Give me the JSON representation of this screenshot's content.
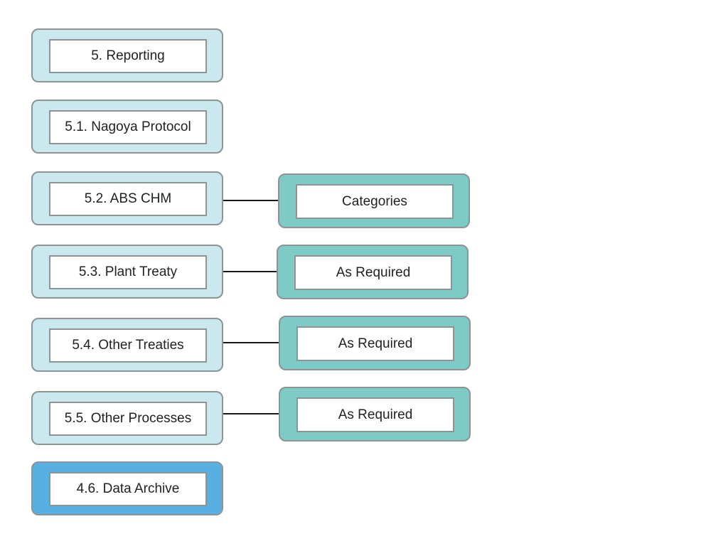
{
  "diagram": {
    "left_nodes": [
      {
        "label": "5. Reporting",
        "style": "light"
      },
      {
        "label": "5.1. Nagoya Protocol",
        "style": "light"
      },
      {
        "label": "5.2. ABS CHM",
        "style": "light"
      },
      {
        "label": "5.3. Plant Treaty",
        "style": "light"
      },
      {
        "label": "5.4. Other Treaties",
        "style": "light"
      },
      {
        "label": "5.5. Other Processes",
        "style": "light"
      },
      {
        "label": "4.6. Data Archive",
        "style": "blue"
      }
    ],
    "right_nodes": [
      {
        "label": "Categories",
        "connected_to": "5.2. ABS CHM"
      },
      {
        "label": "As Required",
        "connected_to": "5.3. Plant Treaty"
      },
      {
        "label": "As Required",
        "connected_to": "5.4. Other Treaties"
      },
      {
        "label": "As Required",
        "connected_to": "5.5. Other Processes"
      }
    ],
    "colors": {
      "light_fill": "#cbe8ef",
      "teal_fill": "#7ecac4",
      "blue_fill": "#58b0e0",
      "border": "#8b9497",
      "connector": "#1a1a1a"
    }
  }
}
